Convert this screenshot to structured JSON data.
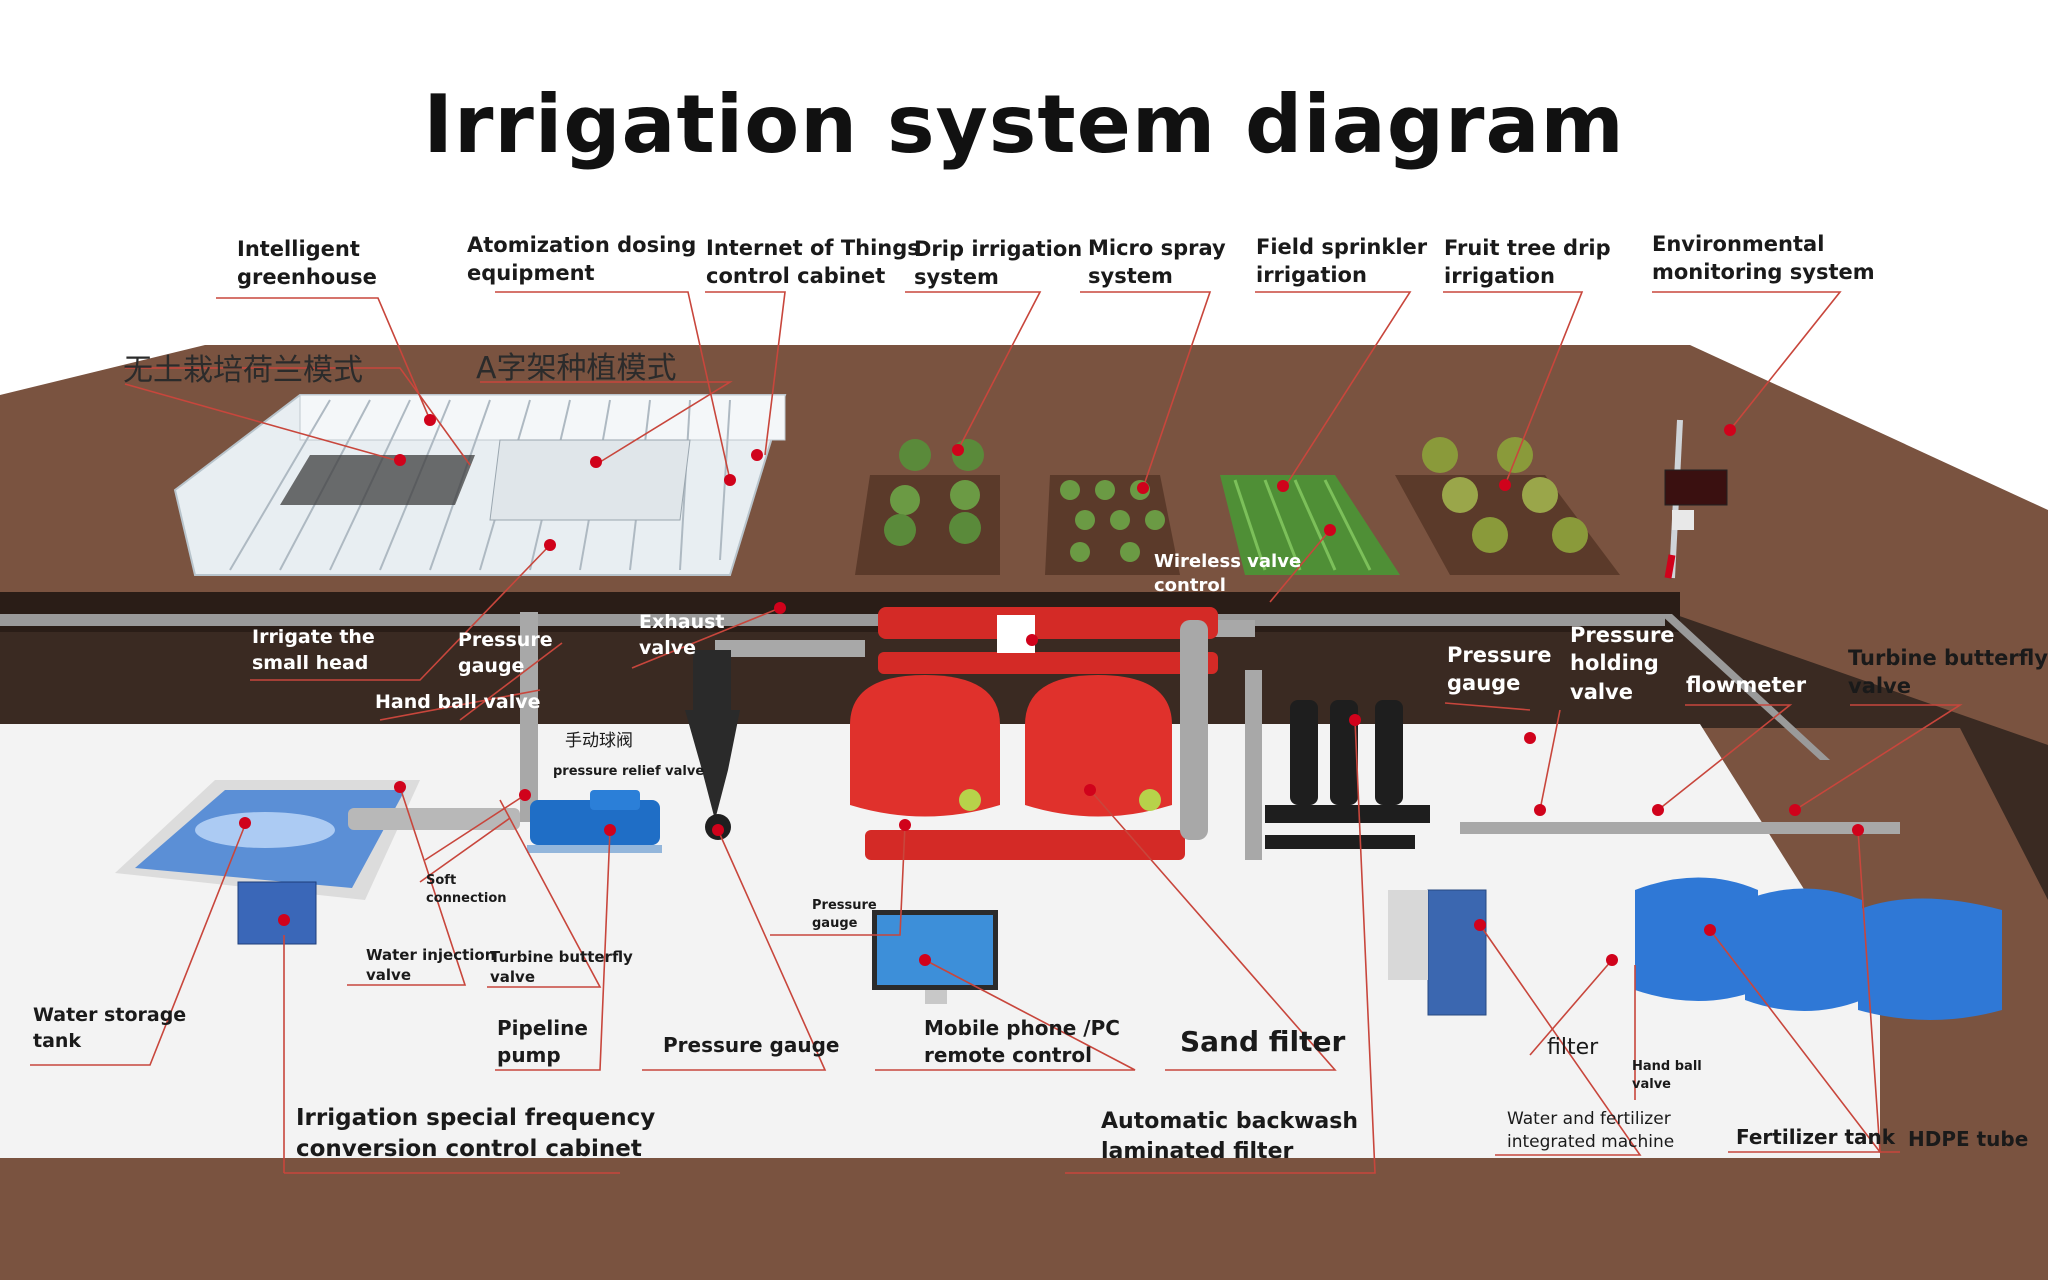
{
  "title": "Irrigation system diagram",
  "top_labels": {
    "intelligent_greenhouse": [
      "Intelligent",
      "greenhouse"
    ],
    "atomization": [
      "Atomization dosing",
      "equipment"
    ],
    "iot_cabinet": [
      "Internet of Things",
      "control cabinet"
    ],
    "drip_irrigation": [
      "Drip irrigation",
      "system"
    ],
    "micro_spray": [
      "Micro spray",
      "system"
    ],
    "field_sprinkler": [
      "Field sprinkler",
      "irrigation"
    ],
    "fruit_tree_drip": [
      "Fruit tree drip",
      "irrigation"
    ],
    "environmental": [
      "Environmental",
      "monitoring system"
    ]
  },
  "chinese_labels": {
    "soilless": "无土栽培荷兰模式",
    "a_frame": "A字架种植模式"
  },
  "mid_labels": {
    "wireless_valve": [
      "Wireless valve",
      "control"
    ],
    "irrigate_small_head": [
      "Irrigate the",
      "small head"
    ],
    "pressure_gauge_left": [
      "Pressure",
      "gauge"
    ],
    "exhaust_valve": [
      "Exhaust",
      "valve"
    ],
    "hand_ball_valve": "Hand ball valve",
    "manual_ball_valve_cn": "手动球阀",
    "pressure_relief_valve": "pressure relief valve",
    "pressure_gauge_right": [
      "Pressure",
      "gauge"
    ],
    "pressure_holding_valve": [
      "Pressure",
      "holding",
      "valve"
    ],
    "flowmeter": "flowmeter",
    "turbine_butterfly_right": [
      "Turbine butterfly",
      "valve"
    ]
  },
  "bottom_labels": {
    "soft_connection": [
      "Soft",
      "connection"
    ],
    "pressure_gauge_small": [
      "Pressure",
      "gauge"
    ],
    "water_injection_valve": [
      "Water injection",
      "valve"
    ],
    "turbine_butterfly_left": [
      "Turbine butterfly",
      "valve"
    ],
    "water_storage_tank": [
      "Water storage",
      "tank"
    ],
    "pipeline_pump": [
      "Pipeline",
      "pump"
    ],
    "pressure_gauge_bottom": "Pressure gauge",
    "mobile_pc": [
      "Mobile phone /PC",
      "remote control"
    ],
    "sand_filter": "Sand filter",
    "filter": "filter",
    "hand_ball_valve_right": [
      "Hand ball",
      "valve"
    ],
    "frequency_cabinet": [
      "Irrigation special frequency",
      "conversion control cabinet"
    ],
    "backwash_filter": [
      "Automatic backwash",
      "laminated filter"
    ],
    "fertilizer_machine": [
      "Water and fertilizer",
      "integrated machine"
    ],
    "fertilizer_tank": "Fertilizer tank",
    "hdpe_tube": "HDPE tube"
  },
  "colors": {
    "soil": "#7a5340",
    "trench": "#3a2a22",
    "floor": "#f3f3f3",
    "filter_red": "#d42a26",
    "tank_blue": "#2f78d6",
    "leader": "#c8463c"
  }
}
